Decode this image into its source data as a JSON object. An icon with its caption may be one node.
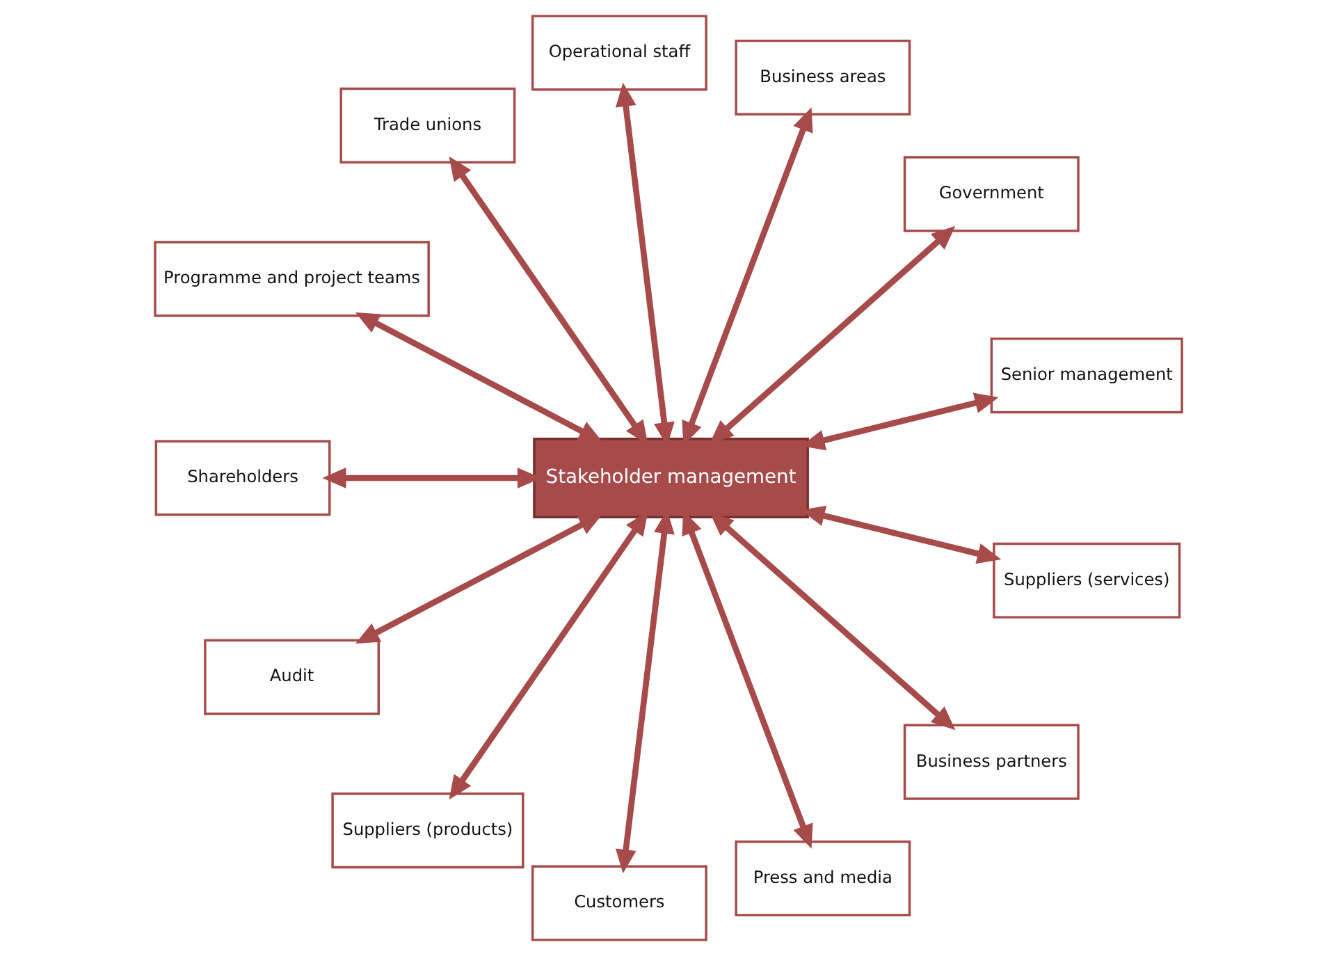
{
  "diagram": {
    "nodes": [
      {
        "text": [
          "Stakeholder management"
        ]
      },
      {
        "text": [
          "Senior management"
        ]
      },
      {
        "text": [
          "Government"
        ]
      },
      {
        "text": [
          "Business areas"
        ]
      },
      {
        "text": [
          "Operational staff"
        ]
      },
      {
        "text": [
          "Trade unions"
        ]
      },
      {
        "text": [
          "Programme and project teams"
        ]
      },
      {
        "text": [
          "Shareholders"
        ]
      },
      {
        "text": [
          "Audit"
        ]
      },
      {
        "text": [
          "Suppliers (products)"
        ]
      },
      {
        "text": [
          "Customers"
        ]
      },
      {
        "text": [
          "Press and media"
        ]
      },
      {
        "text": [
          "Business partners"
        ]
      },
      {
        "text": [
          "Suppliers (services)"
        ]
      }
    ],
    "edges": [
      {
        "from": 0,
        "to": 1,
        "arrow": "both"
      },
      {
        "from": 0,
        "to": 2,
        "arrow": "both"
      },
      {
        "from": 0,
        "to": 3,
        "arrow": "both"
      },
      {
        "from": 0,
        "to": 4,
        "arrow": "both"
      },
      {
        "from": 0,
        "to": 5,
        "arrow": "both"
      },
      {
        "from": 0,
        "to": 6,
        "arrow": "both"
      },
      {
        "from": 0,
        "to": 7,
        "arrow": "both"
      },
      {
        "from": 0,
        "to": 8,
        "arrow": "both"
      },
      {
        "from": 0,
        "to": 9,
        "arrow": "both"
      },
      {
        "from": 0,
        "to": 10,
        "arrow": "both"
      },
      {
        "from": 0,
        "to": 11,
        "arrow": "both"
      },
      {
        "from": 0,
        "to": 12,
        "arrow": "both"
      },
      {
        "from": 0,
        "to": 13,
        "arrow": "both"
      }
    ]
  }
}
